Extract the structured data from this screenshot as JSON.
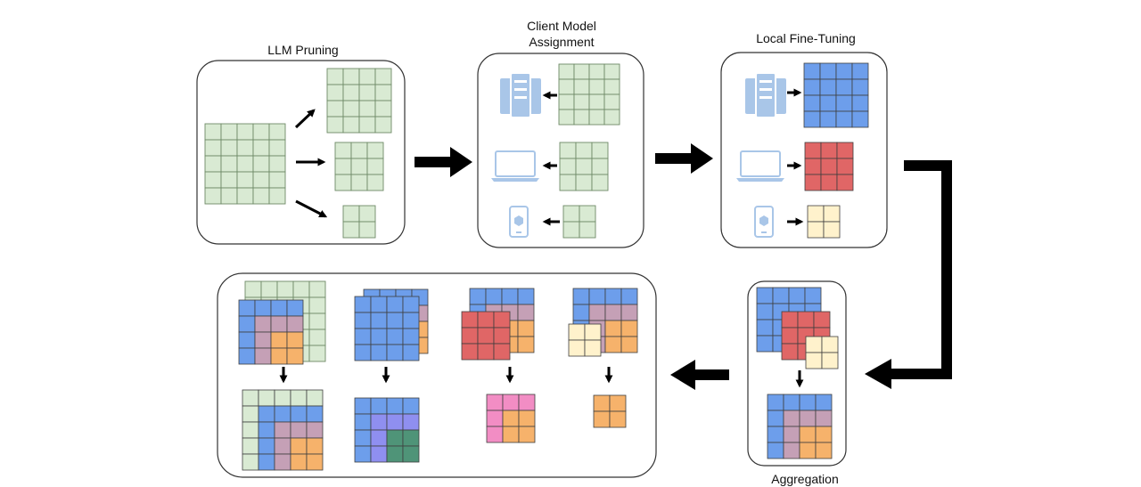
{
  "labels": {
    "pruning": "LLM Pruning",
    "assignment_line1": "Client Model",
    "assignment_line2": "Assignment",
    "finetuning": "Local Fine-Tuning",
    "aggregation": "Aggregation"
  },
  "colors": {
    "green": "#d9ead3",
    "green_line": "#6e8a66",
    "blue": "#6d9eeb",
    "red": "#e06666",
    "yellow": "#fff2cc",
    "mauve": "#c5a0b6",
    "orange": "#f6b26b",
    "pink": "#f28dc4",
    "purple": "#8f8ff0",
    "teal": "#4f9478",
    "device": "#a9c6e8",
    "arrow": "#000000"
  },
  "icons": {
    "server": "server-icon",
    "laptop": "laptop-icon",
    "phone": "phone-icon"
  }
}
